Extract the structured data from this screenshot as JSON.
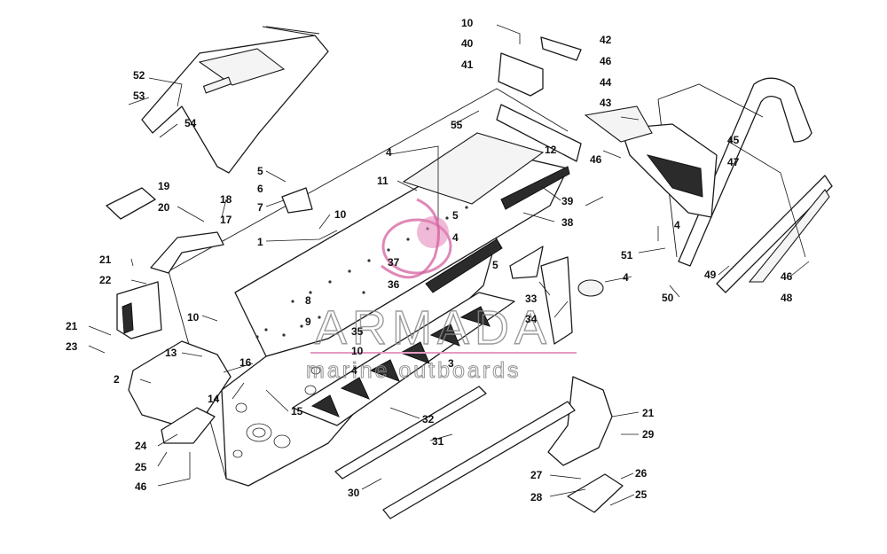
{
  "watermark": {
    "brand": "ARMADA",
    "tagline": "marine outboards",
    "logo_color": "#e27fb6"
  },
  "callouts": [
    {
      "id": "c10a",
      "label": "10"
    },
    {
      "id": "c40",
      "label": "40"
    },
    {
      "id": "c41",
      "label": "41"
    },
    {
      "id": "c42",
      "label": "42"
    },
    {
      "id": "c46a",
      "label": "46"
    },
    {
      "id": "c44",
      "label": "44"
    },
    {
      "id": "c43",
      "label": "43"
    },
    {
      "id": "c45",
      "label": "45"
    },
    {
      "id": "c46b",
      "label": "46"
    },
    {
      "id": "c47",
      "label": "47"
    },
    {
      "id": "c52",
      "label": "52"
    },
    {
      "id": "c53",
      "label": "53"
    },
    {
      "id": "c54",
      "label": "54"
    },
    {
      "id": "c55",
      "label": "55"
    },
    {
      "id": "c12",
      "label": "12"
    },
    {
      "id": "c4a",
      "label": "4"
    },
    {
      "id": "c11",
      "label": "11"
    },
    {
      "id": "c39",
      "label": "39"
    },
    {
      "id": "c38",
      "label": "38"
    },
    {
      "id": "c5a",
      "label": "5"
    },
    {
      "id": "c6",
      "label": "6"
    },
    {
      "id": "c7",
      "label": "7"
    },
    {
      "id": "c19",
      "label": "19"
    },
    {
      "id": "c18",
      "label": "18"
    },
    {
      "id": "c20",
      "label": "20"
    },
    {
      "id": "c17",
      "label": "17"
    },
    {
      "id": "c10b",
      "label": "10"
    },
    {
      "id": "c1",
      "label": "1"
    },
    {
      "id": "c5b",
      "label": "5"
    },
    {
      "id": "c4b",
      "label": "4"
    },
    {
      "id": "c4c",
      "label": "4"
    },
    {
      "id": "c51",
      "label": "51"
    },
    {
      "id": "c21a",
      "label": "21"
    },
    {
      "id": "c22",
      "label": "22"
    },
    {
      "id": "c37",
      "label": "37"
    },
    {
      "id": "c5c",
      "label": "5"
    },
    {
      "id": "c4d",
      "label": "4"
    },
    {
      "id": "c49",
      "label": "49"
    },
    {
      "id": "c46c",
      "label": "46"
    },
    {
      "id": "c36",
      "label": "36"
    },
    {
      "id": "c8",
      "label": "8"
    },
    {
      "id": "c33",
      "label": "33"
    },
    {
      "id": "c50",
      "label": "50"
    },
    {
      "id": "c48",
      "label": "48"
    },
    {
      "id": "c9",
      "label": "9"
    },
    {
      "id": "c34",
      "label": "34"
    },
    {
      "id": "c21b",
      "label": "21"
    },
    {
      "id": "c10c",
      "label": "10"
    },
    {
      "id": "c35",
      "label": "35"
    },
    {
      "id": "c23",
      "label": "23"
    },
    {
      "id": "c13",
      "label": "13"
    },
    {
      "id": "c10d",
      "label": "10"
    },
    {
      "id": "c4e",
      "label": "4"
    },
    {
      "id": "c2",
      "label": "2"
    },
    {
      "id": "c16",
      "label": "16"
    },
    {
      "id": "c3",
      "label": "3"
    },
    {
      "id": "c14",
      "label": "14"
    },
    {
      "id": "c15",
      "label": "15"
    },
    {
      "id": "c21c",
      "label": "21"
    },
    {
      "id": "c32",
      "label": "32"
    },
    {
      "id": "c29",
      "label": "29"
    },
    {
      "id": "c24",
      "label": "24"
    },
    {
      "id": "c31",
      "label": "31"
    },
    {
      "id": "c25a",
      "label": "25"
    },
    {
      "id": "c27",
      "label": "27"
    },
    {
      "id": "c26",
      "label": "26"
    },
    {
      "id": "c46d",
      "label": "46"
    },
    {
      "id": "c30",
      "label": "30"
    },
    {
      "id": "c28",
      "label": "28"
    },
    {
      "id": "c25b",
      "label": "25"
    }
  ]
}
